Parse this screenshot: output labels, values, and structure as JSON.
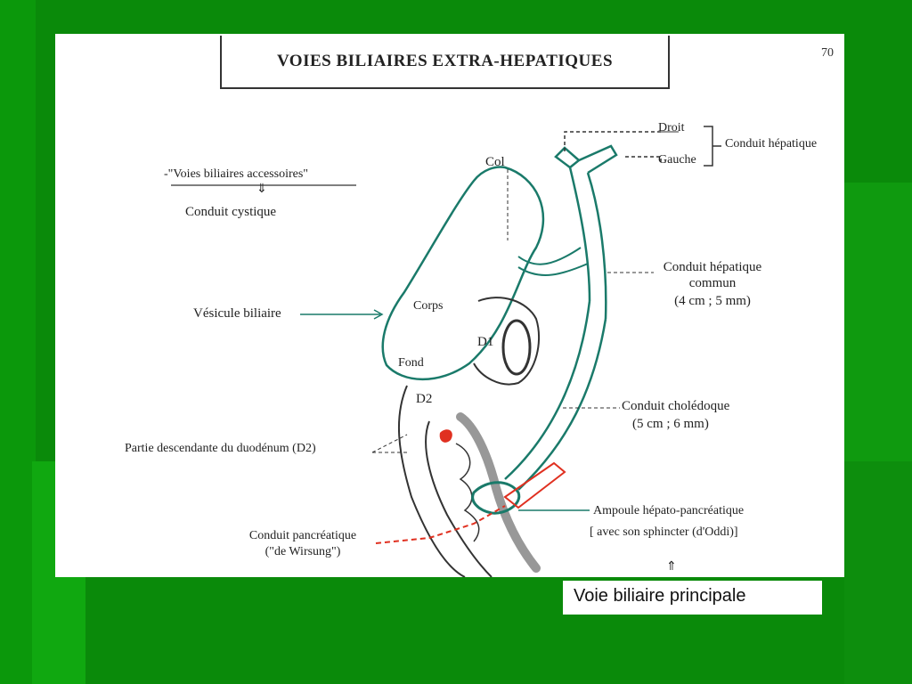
{
  "title": "VOIES BILIAIRES EXTRA-HEPATIQUES",
  "page_number": "70",
  "labels": {
    "droit": "Droit",
    "gauche": "Gauche",
    "conduit_hepatique": "Conduit hépatique",
    "col": "Col",
    "voies_accessoires": "-\"Voies biliaires accessoires\"",
    "arrow_down": "⇓",
    "conduit_cystique": "Conduit cystique",
    "conduit_hepatique_commun_1": "Conduit hépatique",
    "conduit_hepatique_commun_2": "commun",
    "conduit_hepatique_commun_3": "(4 cm ; 5 mm)",
    "vesicule_biliaire": "Vésicule biliaire",
    "corps": "Corps",
    "d1": "D1",
    "fond": "Fond",
    "d2": "D2",
    "choledoque_1": "Conduit cholédoque",
    "choledoque_2": "(5 cm ; 6 mm)",
    "partie_descendante": "Partie descendante du duodénum (D2)",
    "ampoule_1": "Ampoule hépato-pancréatique",
    "ampoule_2": "[ avec son sphincter (d'Oddi)]",
    "pancreatique_1": "Conduit pancréatique",
    "pancreatique_2": "(\"de Wirsung\")",
    "arrow_up": "⇑"
  },
  "caption": "Voie biliaire principale",
  "colors": {
    "background": "#0a8a0a",
    "duct": "#1a7a6a",
    "pancreatic": "#e03020",
    "ink": "#222222"
  }
}
